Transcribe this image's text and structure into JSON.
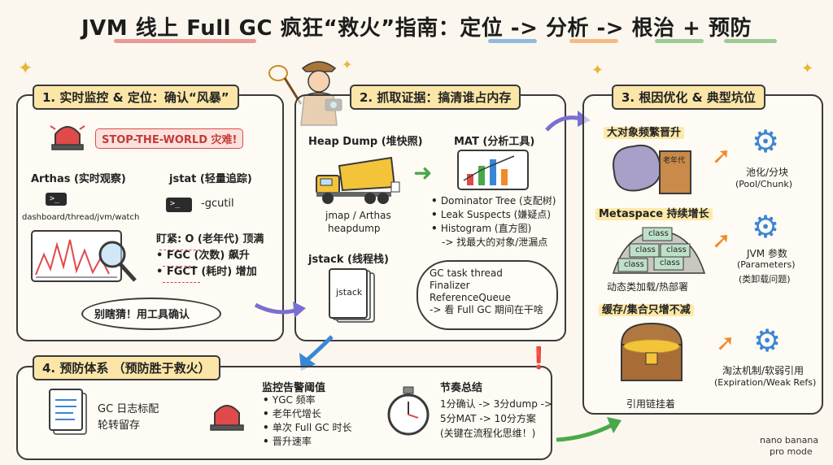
{
  "title": "JVM 线上 Full GC 疯狂“救火”指南：定位 -> 分析 -> 根治 + 预防",
  "colors": {
    "red": "#e04a4a",
    "blue": "#3a86d6",
    "orange": "#f08a2b",
    "green": "#4aa84a",
    "yellow": "#fbe6a8",
    "purple": "#7a6fd0"
  },
  "section1": {
    "header": "1. 实时监控 & 定位：确认“风暴”",
    "stw": "STOP-THE-WORLD 灾难!",
    "arthas_label": "Arthas (实时观察)",
    "arthas_cmd": "dashboard/thread/jvm/watch",
    "jstat_label": "jstat (轻量追踪)",
    "jstat_cmd": "-gcutil",
    "watch_label": "盯紧:",
    "watch_items": [
      "O (老年代) 顶满",
      "FGC (次数) 飙升",
      "FGCT (耗时) 增加"
    ],
    "advice": "别瞎猜！用工具确认"
  },
  "section2": {
    "header": "2. 抓取证据：搞清谁占内存",
    "heap_label": "Heap Dump (堆快照)",
    "heap_tools": [
      "jmap / Arthas",
      "heapdump"
    ],
    "mat_label": "MAT (分析工具)",
    "mat_items": [
      "Dominator Tree (支配树)",
      "Leak Suspects (嫌疑点)",
      "Histogram (直方图)"
    ],
    "mat_note": "-> 找最大的对象/泄漏点",
    "jstack_label": "jstack (线程栈)",
    "jstack_file": "jstack",
    "bubble_lines": [
      "GC task thread",
      "Finalizer",
      "ReferenceQueue",
      "-> 看 Full GC 期间在干啥"
    ]
  },
  "section3": {
    "header": "3. 根因优化 & 典型坑位",
    "items": [
      {
        "title": "大对象频繁晋升",
        "picture_label": "老年代",
        "fix": [
          "池化/分块",
          "(Pool/Chunk)"
        ]
      },
      {
        "title": "Metaspace 持续增长",
        "picture_label": "class",
        "caption": "动态类加载/热部署",
        "fix": [
          "JVM 参数",
          "(Parameters)",
          "(类卸载问题)"
        ]
      },
      {
        "title": "缓存/集合只增不减",
        "caption": "引用链挂着",
        "fix": [
          "淘汰机制/软弱引用",
          "(Expiration/Weak Refs)"
        ]
      }
    ]
  },
  "section4": {
    "header": "4. 预防体系 （预防胜于救火）",
    "gc_log": [
      "GC 日志标配",
      "轮转留存"
    ],
    "alert_title": "监控告警阈值",
    "alert_items": [
      "YGC 频率",
      "老年代增长",
      "单次 Full GC 时长",
      "晋升速率"
    ],
    "rhythm_title": "节奏总结",
    "rhythm_lines": [
      "1分确认 -> 3分dump ->",
      "5分MAT -> 10分方案",
      "(关键在流程化思维！)"
    ]
  },
  "watermark": [
    "nano banana",
    "pro mode"
  ]
}
